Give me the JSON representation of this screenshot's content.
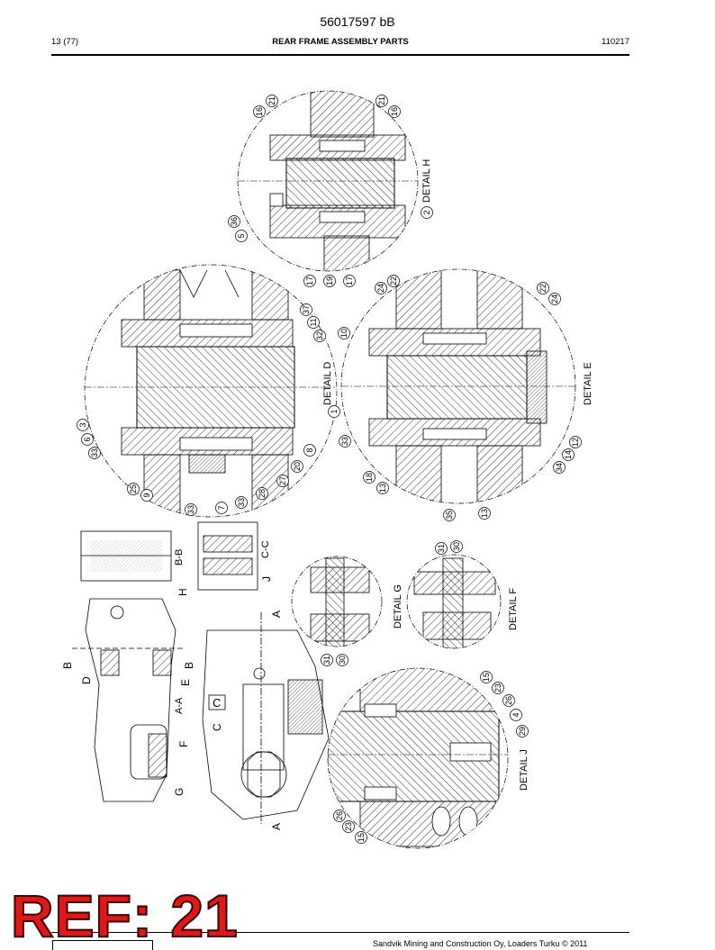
{
  "header": {
    "doc_number": "56017597 bB",
    "page": "13 (77)",
    "title": "REAR FRAME ASSEMBLY PARTS",
    "revision": "110217"
  },
  "details": [
    {
      "id": "H",
      "label": "DETAIL H"
    },
    {
      "id": "D",
      "label": "DETAIL D"
    },
    {
      "id": "E",
      "label": "DETAIL E"
    },
    {
      "id": "G",
      "label": "DETAIL G"
    },
    {
      "id": "F",
      "label": "DETAIL F"
    },
    {
      "id": "J",
      "label": "DETAIL J"
    }
  ],
  "section_labels": {
    "bb": "B-B",
    "cc": "C-C",
    "aa": "A-A",
    "b": "B",
    "c": "C",
    "a": "A",
    "d": "D",
    "e": "E",
    "f": "F",
    "g": "G",
    "h": "H",
    "j": "J"
  },
  "balloons_h": [
    "21",
    "16",
    "21",
    "16",
    "2",
    "36",
    "5",
    "17",
    "19",
    "17"
  ],
  "balloons_d": [
    "37",
    "11",
    "32",
    "3",
    "6",
    "33",
    "25",
    "9",
    "33",
    "7",
    "33",
    "28",
    "27",
    "20",
    "8"
  ],
  "balloons_e": [
    "24",
    "22",
    "22",
    "24",
    "10",
    "1",
    "33",
    "18",
    "13",
    "35",
    "13",
    "34",
    "14",
    "12"
  ],
  "balloons_fg": [
    "31",
    "30",
    "31",
    "30"
  ],
  "balloons_j": [
    "15",
    "23",
    "26",
    "4",
    "29",
    "26",
    "23",
    "15"
  ],
  "footer": {
    "ref_label": "REF: 21",
    "copyright": "Sandvik Mining and Construction Oy, Loaders Turku © 2011"
  }
}
